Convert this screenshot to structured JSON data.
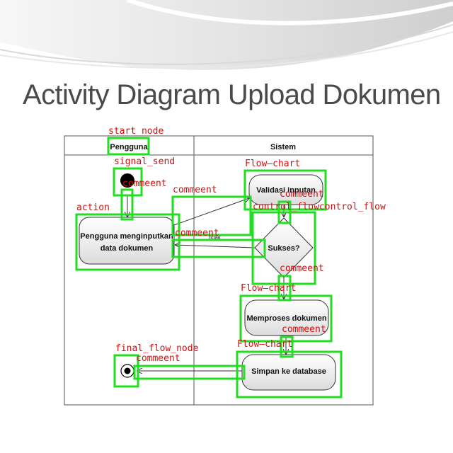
{
  "slide": {
    "title": "Activity Diagram Upload Dokumen"
  },
  "swimlanes": {
    "left": "Pengguna",
    "right": "Sistem"
  },
  "nodes": {
    "input_action": {
      "line1": "Pengguna menginputkan",
      "line2": "data dokumen"
    },
    "validate": "Validasi inputan",
    "decision": "Sukses?",
    "process": "Memproses dokumen",
    "save": "Simpan ke database"
  },
  "edge_labels": {
    "no": "tidak"
  },
  "annotations": {
    "start_node": "start_node",
    "signal_send": "signal_send",
    "action": "action",
    "final_flow_node": "final_flow_node",
    "flow_chart_1": "Flow—chart",
    "flow_chart_2": "Flow—chart",
    "flow_chart_3": "Flow—chart",
    "control_flow": "control_flowcontrol_flow",
    "comment_1": "commeent",
    "comment_2": "commeent",
    "comment_3": "commeent",
    "comment_4": "commeent",
    "comment_5": "commeent",
    "comment_6": "commeent",
    "comment_7": "commeent"
  },
  "colors": {
    "annotation_box": "#22dd22",
    "annotation_text": "#d01010",
    "title": "#4a4a4a"
  }
}
